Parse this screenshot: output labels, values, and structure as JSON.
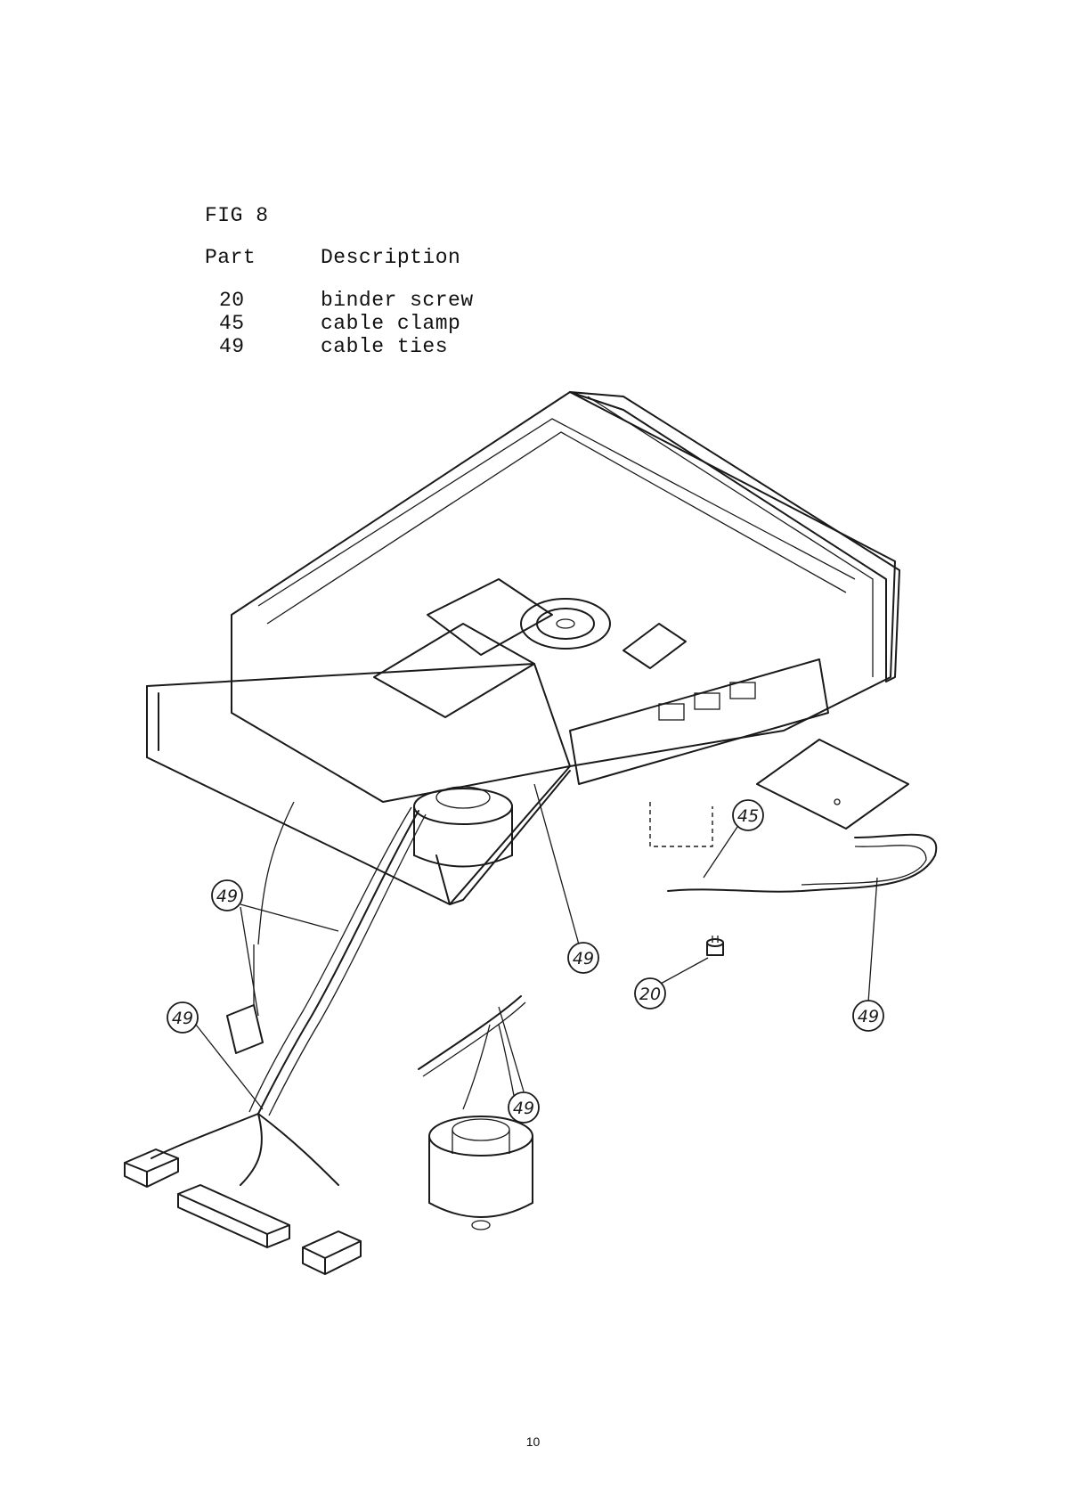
{
  "figure": {
    "title": "FIG 8",
    "headers": {
      "part": "Part",
      "description": "Description"
    },
    "parts": [
      {
        "part": "20",
        "description": "binder screw"
      },
      {
        "part": "45",
        "description": "cable clamp"
      },
      {
        "part": "49",
        "description": "cable ties"
      }
    ]
  },
  "callouts": [
    "49",
    "49",
    "49",
    "49",
    "49",
    "45",
    "20"
  ],
  "page_number": "10"
}
